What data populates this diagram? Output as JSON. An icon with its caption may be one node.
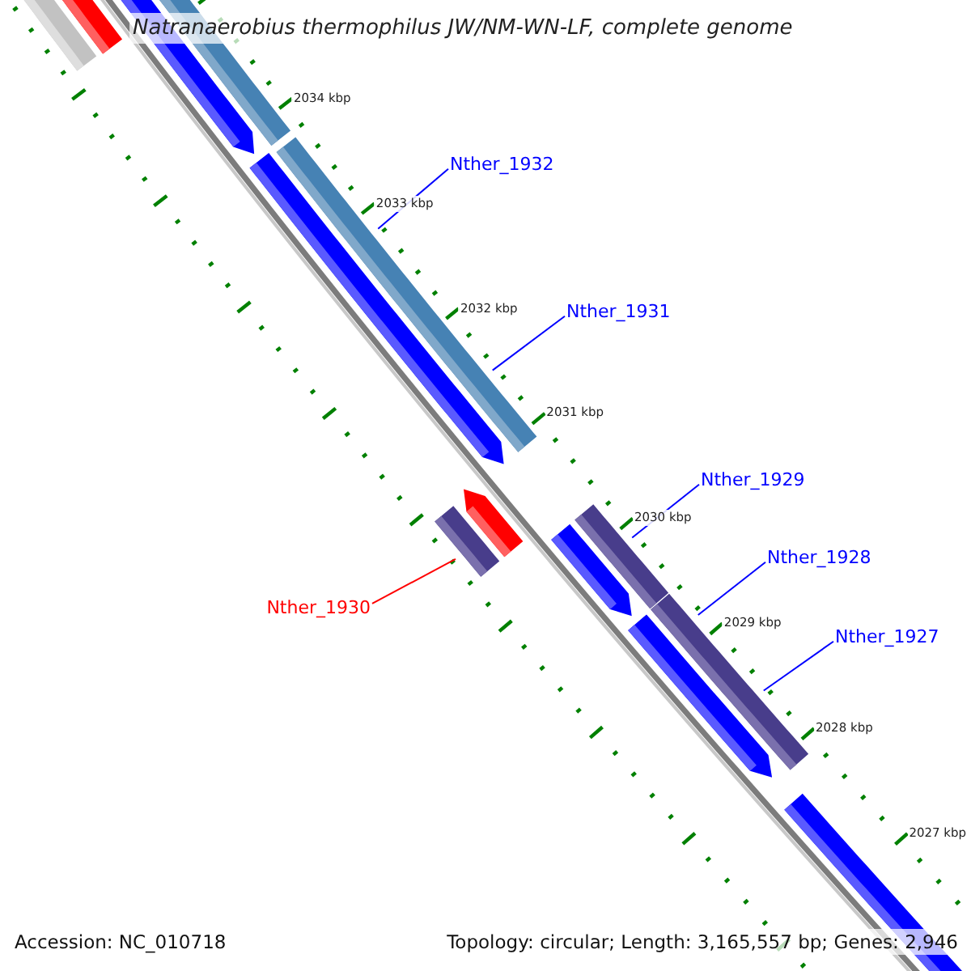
{
  "diagram": {
    "title": "Natranaerobius thermophilus JW/NM-WN-LF, complete genome",
    "nodes": [
      {
        "text": [
          "Nther_1932"
        ]
      },
      {
        "text": [
          "Nther_1931"
        ]
      },
      {
        "text": [
          "Nther_1929"
        ]
      },
      {
        "text": [
          "Nther_1928"
        ]
      },
      {
        "text": [
          "Nther_1930"
        ]
      },
      {
        "text": [
          "Nther_1927"
        ]
      },
      {
        "text": [],
        "shape": "bar"
      },
      {
        "text": [],
        "shape": "bar"
      },
      {
        "text": [],
        "shape": "bar"
      },
      {
        "text": [],
        "shape": "bar"
      },
      {
        "text": [],
        "shape": "bar"
      },
      {
        "text": [],
        "shape": "bar"
      }
    ],
    "edges": [
      {
        "from": 0,
        "to": 6,
        "arrow": "none"
      },
      {
        "from": 1,
        "to": 7,
        "arrow": "none"
      },
      {
        "from": 2,
        "to": 9,
        "arrow": "none"
      },
      {
        "from": 3,
        "to": 10,
        "arrow": "none"
      },
      {
        "from": 4,
        "to": 8,
        "arrow": "none",
        "color": "#ff0000"
      },
      {
        "from": 5,
        "to": 11,
        "arrow": "none"
      }
    ],
    "labels": [
      "2034 kbp",
      "2033 kbp",
      "2032 kbp",
      "2031 kbp",
      "2030 kbp",
      "2029 kbp",
      "2028 kbp",
      "2027 kbp",
      "Accession: NC_010718",
      "Topology: circular; Length: 3,165,557 bp; Genes: 2,946"
    ]
  }
}
